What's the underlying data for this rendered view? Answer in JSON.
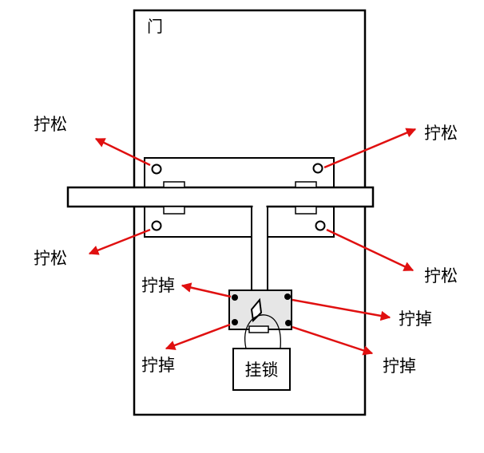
{
  "labels": {
    "door": "门",
    "loosen": "拧松",
    "remove": "拧掉",
    "padlock": "挂锁"
  },
  "colors": {
    "arrow": "#e01010",
    "outline": "#000000",
    "background": "#ffffff",
    "plate_fill": "#e6e6e6"
  }
}
